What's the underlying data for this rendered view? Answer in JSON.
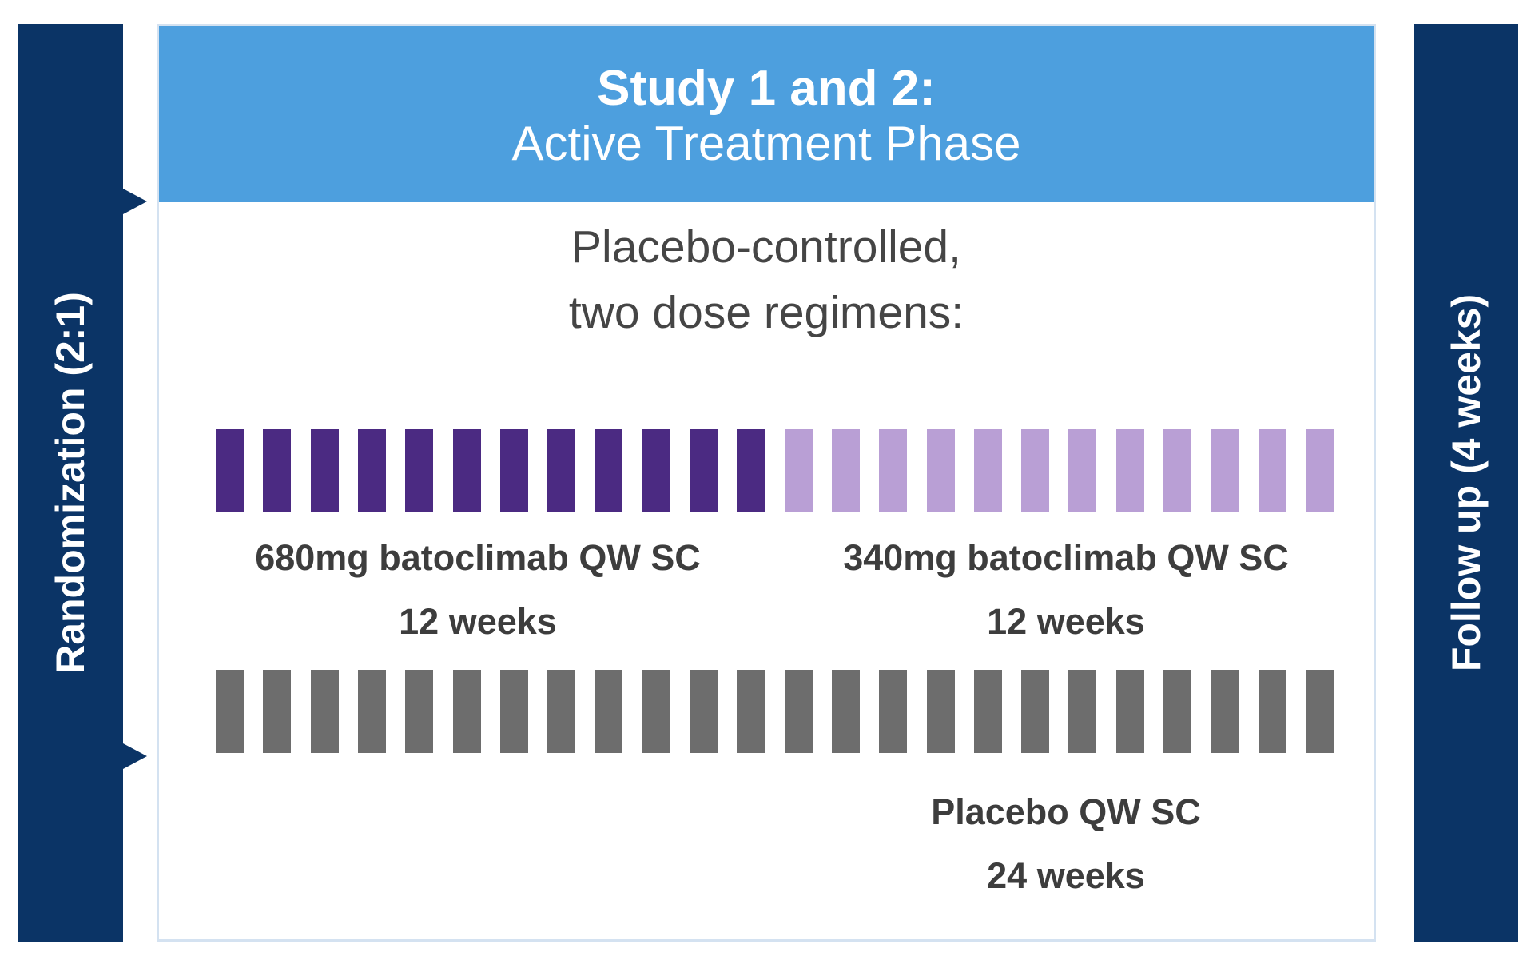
{
  "left_bar": {
    "label": "Randomization (2:1)"
  },
  "right_bar": {
    "label": "Follow up (4 weeks)"
  },
  "header": {
    "title": "Study 1 and 2:",
    "subtitle": "Active Treatment Phase"
  },
  "description": {
    "line1": "Placebo-controlled,",
    "line2": "two dose regimens:"
  },
  "arms": {
    "high_dose": {
      "name": "680mg batoclimab QW SC",
      "duration": "12 weeks",
      "weekly_doses": 12,
      "color": "#4b2a82"
    },
    "low_dose": {
      "name": "340mg batoclimab QW SC",
      "duration": "12 weeks",
      "weekly_doses": 12,
      "color": "#b99fd5"
    },
    "placebo": {
      "name": "Placebo QW SC",
      "duration": "24 weeks",
      "weekly_doses": 24,
      "color": "#6d6d6d"
    }
  },
  "colors": {
    "side_bars": "#0b3466",
    "header_bg": "#4d9fde"
  }
}
